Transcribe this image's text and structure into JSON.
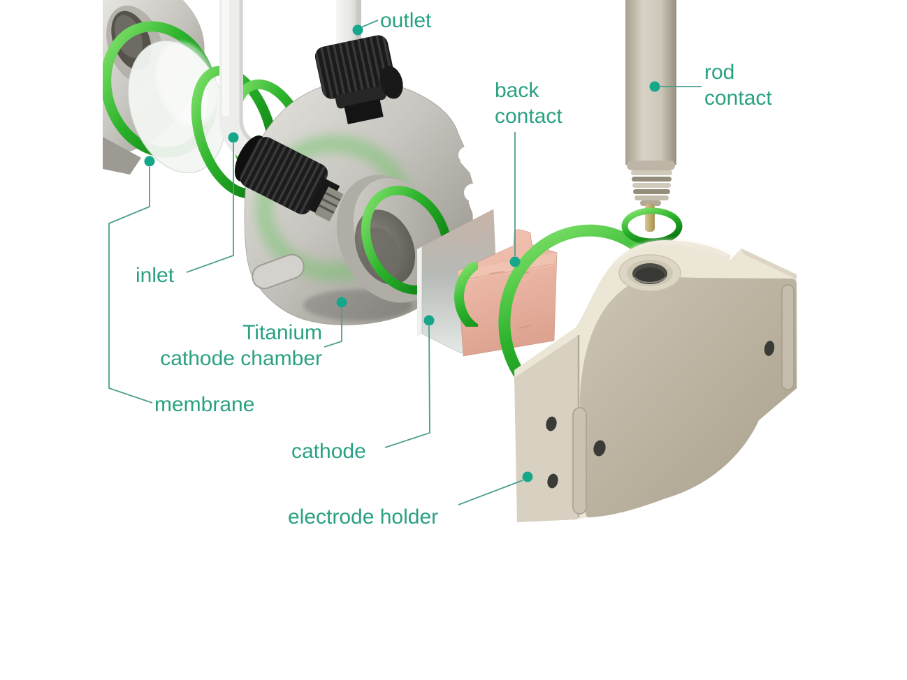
{
  "figure": {
    "type": "exploded-assembly-diagram",
    "subject": "electrochemical cell components",
    "labels": {
      "outlet": {
        "lines": [
          "outlet"
        ]
      },
      "rod_contact": {
        "lines": [
          "rod",
          "contact"
        ]
      },
      "back_contact": {
        "lines": [
          "back",
          "contact"
        ]
      },
      "inlet": {
        "lines": [
          "inlet"
        ]
      },
      "titanium_cathode_chamber": {
        "lines": [
          "Titanium",
          "cathode chamber"
        ]
      },
      "membrane": {
        "lines": [
          "membrane"
        ]
      },
      "cathode": {
        "lines": [
          "cathode"
        ]
      },
      "electrode_holder": {
        "lines": [
          "electrode holder"
        ]
      }
    },
    "colors": {
      "label_text": "#2aa183",
      "leader_dot": "#16a78b",
      "leader_line": "#4d9e8f",
      "oring_green": "#2cb32c",
      "copper_plate": "#e9b6a4",
      "titanium_metal": "#c6c3bd",
      "plastic_beige": "#d3ccbc",
      "fitting_black": "#1d1d1d",
      "tube_white": "#ededeb",
      "background": "#ffffff"
    }
  }
}
